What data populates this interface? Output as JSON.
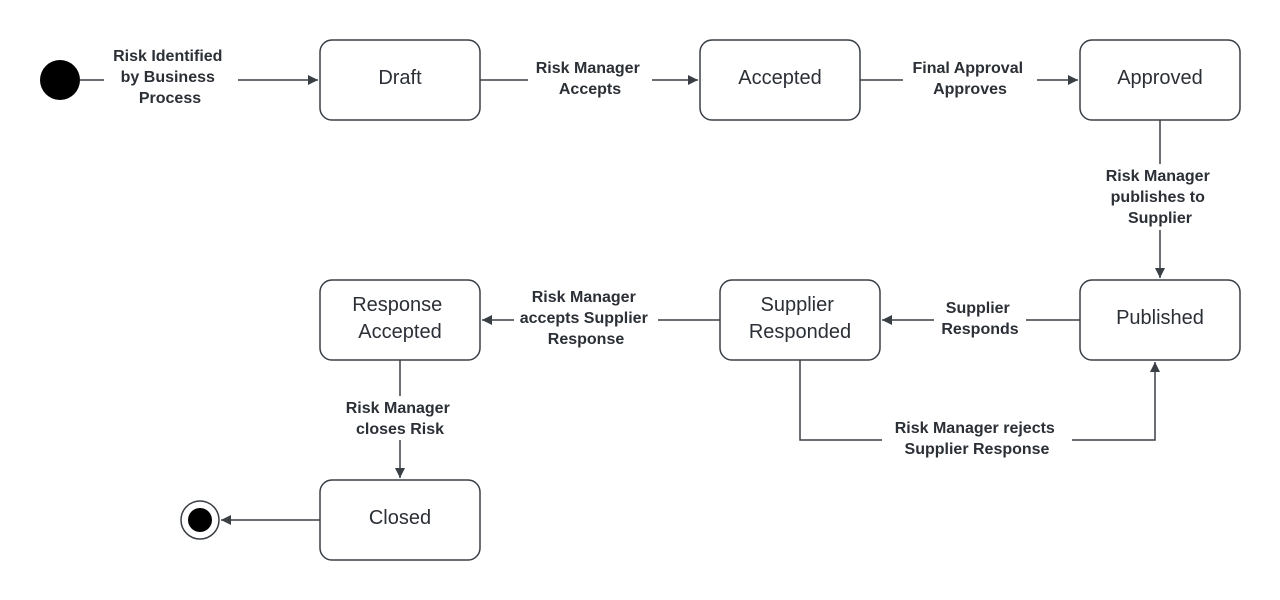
{
  "colors": {
    "stroke": "#3a3f45",
    "text": "#2b2f36",
    "node_fill": "#ffffff",
    "initial_fill": "#000000"
  },
  "states": {
    "draft": {
      "lines": [
        "Draft"
      ]
    },
    "accepted": {
      "lines": [
        "Accepted"
      ]
    },
    "approved": {
      "lines": [
        "Approved"
      ]
    },
    "published": {
      "lines": [
        "Published"
      ]
    },
    "supplier_responded": {
      "lines": [
        "Supplier",
        "Responded"
      ]
    },
    "response_accepted": {
      "lines": [
        "Response",
        "Accepted"
      ]
    },
    "closed": {
      "lines": [
        "Closed"
      ]
    }
  },
  "transitions": {
    "start_to_draft": {
      "lines": [
        "Risk Identified",
        "by Business",
        "Process"
      ]
    },
    "draft_to_accepted": {
      "lines": [
        "Risk Manager",
        "Accepts"
      ]
    },
    "accepted_to_approved": {
      "lines": [
        "Final Approval",
        "Approves"
      ]
    },
    "approved_to_published": {
      "lines": [
        "Risk Manager",
        "publishes to",
        "Supplier"
      ]
    },
    "published_to_supplier_responded": {
      "lines": [
        "Supplier",
        "Responds"
      ]
    },
    "supplier_responded_to_response_accepted": {
      "lines": [
        "Risk Manager",
        "accepts Supplier",
        "Response"
      ]
    },
    "supplier_responded_to_published": {
      "lines": [
        "Risk Manager rejects",
        "Supplier Response"
      ]
    },
    "response_accepted_to_closed": {
      "lines": [
        "Risk Manager",
        "closes Risk"
      ]
    },
    "closed_to_end": {
      "lines": []
    }
  }
}
